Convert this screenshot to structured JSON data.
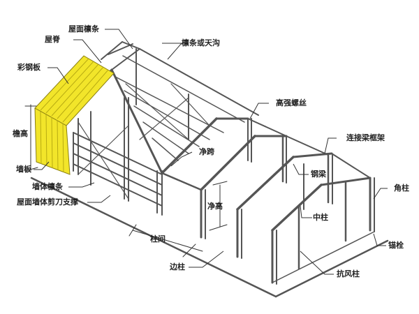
{
  "diagram": {
    "title": "",
    "subject": "steel portal frame building structure",
    "colors": {
      "panel_yellow": "#f2e52a",
      "panel_edge": "#8a7f10",
      "steel": "#555555",
      "leader": "#333333"
    },
    "labels": {
      "roof_purlin": "屋面檩条",
      "ridge": "屋脊",
      "purlin_or_gutter": "檩条或天沟",
      "color_steel_sheet": "彩钢板",
      "high_strength_bolt": "高强螺丝",
      "eave_height": "檐高",
      "tie_beam_frame": "连接梁框架",
      "clear_span": "净跨",
      "wall_panel": "墙板",
      "steel_beam": "钢梁",
      "wall_purlin": "墙体檩条",
      "corner_column": "角柱",
      "roof_wall_cross_bracing": "屋面墙体剪刀支撑",
      "clear_height": "净高",
      "middle_column": "中柱",
      "column_spacing": "柱间",
      "anchor_bolt": "锚栓",
      "edge_column": "边柱",
      "wind_column": "抗风柱"
    }
  }
}
